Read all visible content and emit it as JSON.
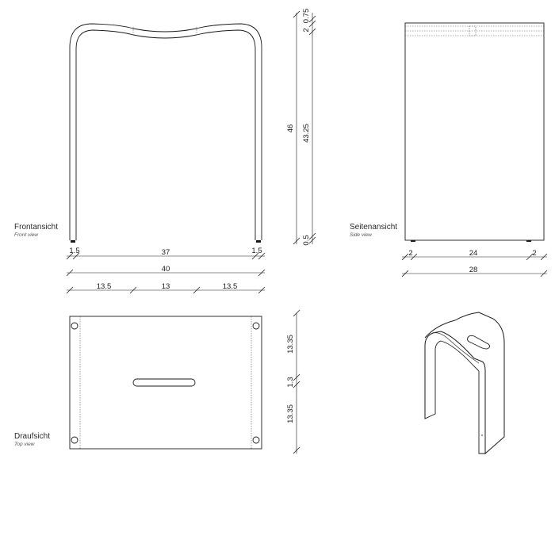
{
  "views": {
    "front": {
      "title": "Frontansicht",
      "subtitle": "Front view"
    },
    "side": {
      "title": "Seitenansicht",
      "subtitle": "Side view"
    },
    "top": {
      "title": "Draufsicht",
      "subtitle": "Top view"
    }
  },
  "dimensions": {
    "front_leg_left": "1.5",
    "front_span": "37",
    "front_leg_right": "1.5",
    "front_total_width": "40",
    "front_seg_left": "13.5",
    "front_seg_mid": "13",
    "front_seg_right": "13.5",
    "height_total": "46",
    "height_top_thickness": "0.75",
    "height_top_2": "2",
    "height_inner": "43.25",
    "height_foot": "0.5",
    "side_left": "2",
    "side_mid": "24",
    "side_right": "2",
    "side_total": "28",
    "top_depth_upper": "13.35",
    "top_slot": "1.3",
    "top_depth_lower": "13.35"
  }
}
